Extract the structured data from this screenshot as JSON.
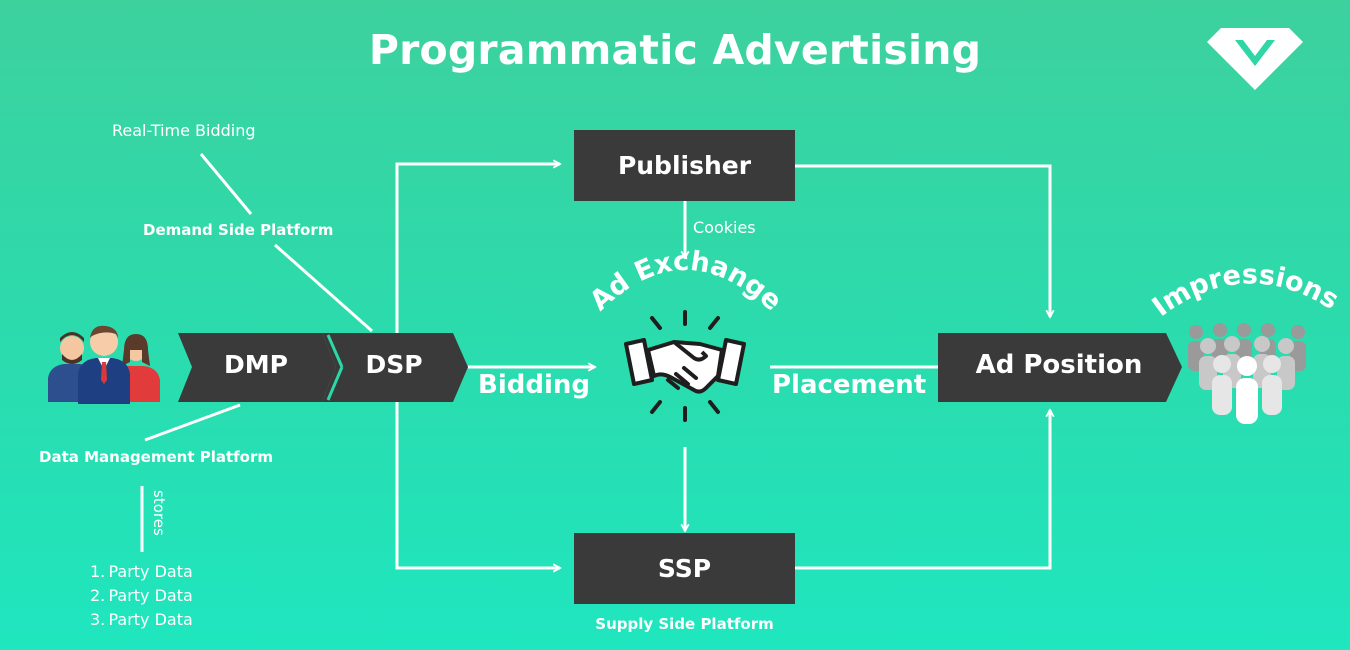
{
  "title": "Programmatic Advertising",
  "labels": {
    "real_time_bidding": "Real-Time Bidding",
    "demand_side_platform": "Demand Side Platform",
    "data_management_platform": "Data Management Platform",
    "stores": "stores",
    "party_data": [
      "1. Party Data",
      "2. Party Data",
      "3. Party Data"
    ],
    "cookies": "Cookies",
    "bidding": "Bidding",
    "placement": "Placement",
    "ad_exchange": "Ad Exchange",
    "impressions": "Impressions",
    "supply_side_platform": "Supply Side Platform"
  },
  "nodes": {
    "dmp": "DMP",
    "dsp": "DSP",
    "publisher": "Publisher",
    "ssp": "SSP",
    "ad_position": "Ad Position"
  },
  "colors": {
    "box": "#3a3a3a",
    "text": "#ffffff",
    "background_top": "#3dd19e",
    "background_bottom": "#1fe6bf"
  },
  "icons": [
    "people-group-icon",
    "handshake-icon",
    "audience-crowd-icon",
    "diamond-logo-icon"
  ]
}
